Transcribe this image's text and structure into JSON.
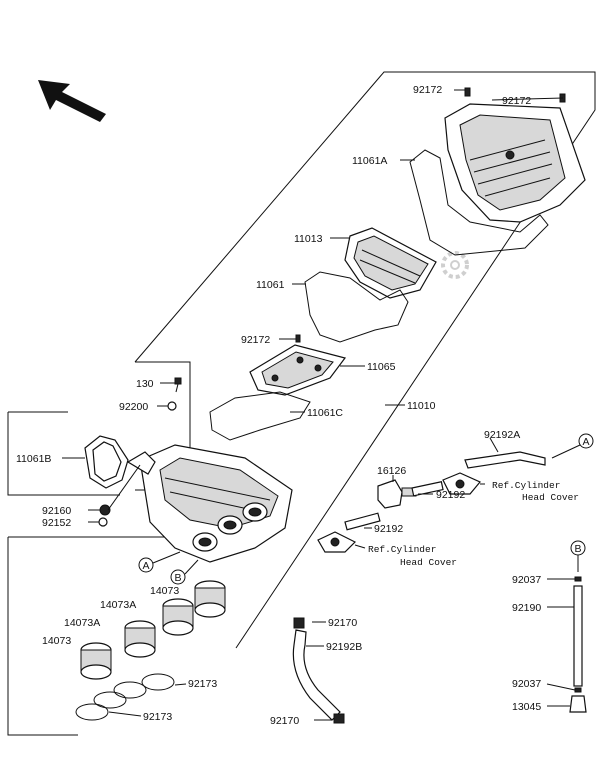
{
  "diagram": {
    "labels": {
      "l92172_top": "92172",
      "l92172_right": "92172",
      "l11061A": "11061A",
      "l11013": "11013",
      "l11061": "11061",
      "l92172_mid": "92172",
      "l11065": "11065",
      "l130": "130",
      "l92200": "92200",
      "l11061C": "11061C",
      "l11010": "11010",
      "l11061B": "11061B",
      "l92192A": "92192A",
      "l16126": "16126",
      "l92192_a": "92192",
      "l92192_b": "92192",
      "l92160": "92160",
      "l92152": "92152",
      "l14073_1": "14073",
      "l14073A_1": "14073A",
      "l14073A_2": "14073A",
      "l14073_2": "14073",
      "l92170_top": "92170",
      "l92192B": "92192B",
      "l92173_1": "92173",
      "l92173_2": "92173",
      "l92170_bot": "92170",
      "l92037_top": "92037",
      "l92190": "92190",
      "l92037_bot": "92037",
      "l13045": "13045"
    },
    "callouts": {
      "A_hose": "A",
      "B_tube": "B",
      "A_box": "A",
      "B_box": "B"
    },
    "references": {
      "ref1_line1": "Ref.Cylinder",
      "ref1_line2": "Head Cover",
      "ref2_line1": "Ref.Cylinder",
      "ref2_line2": "Head Cover"
    },
    "icons": {
      "direction": "front-arrow-icon",
      "watermark": "gear-icon"
    }
  }
}
